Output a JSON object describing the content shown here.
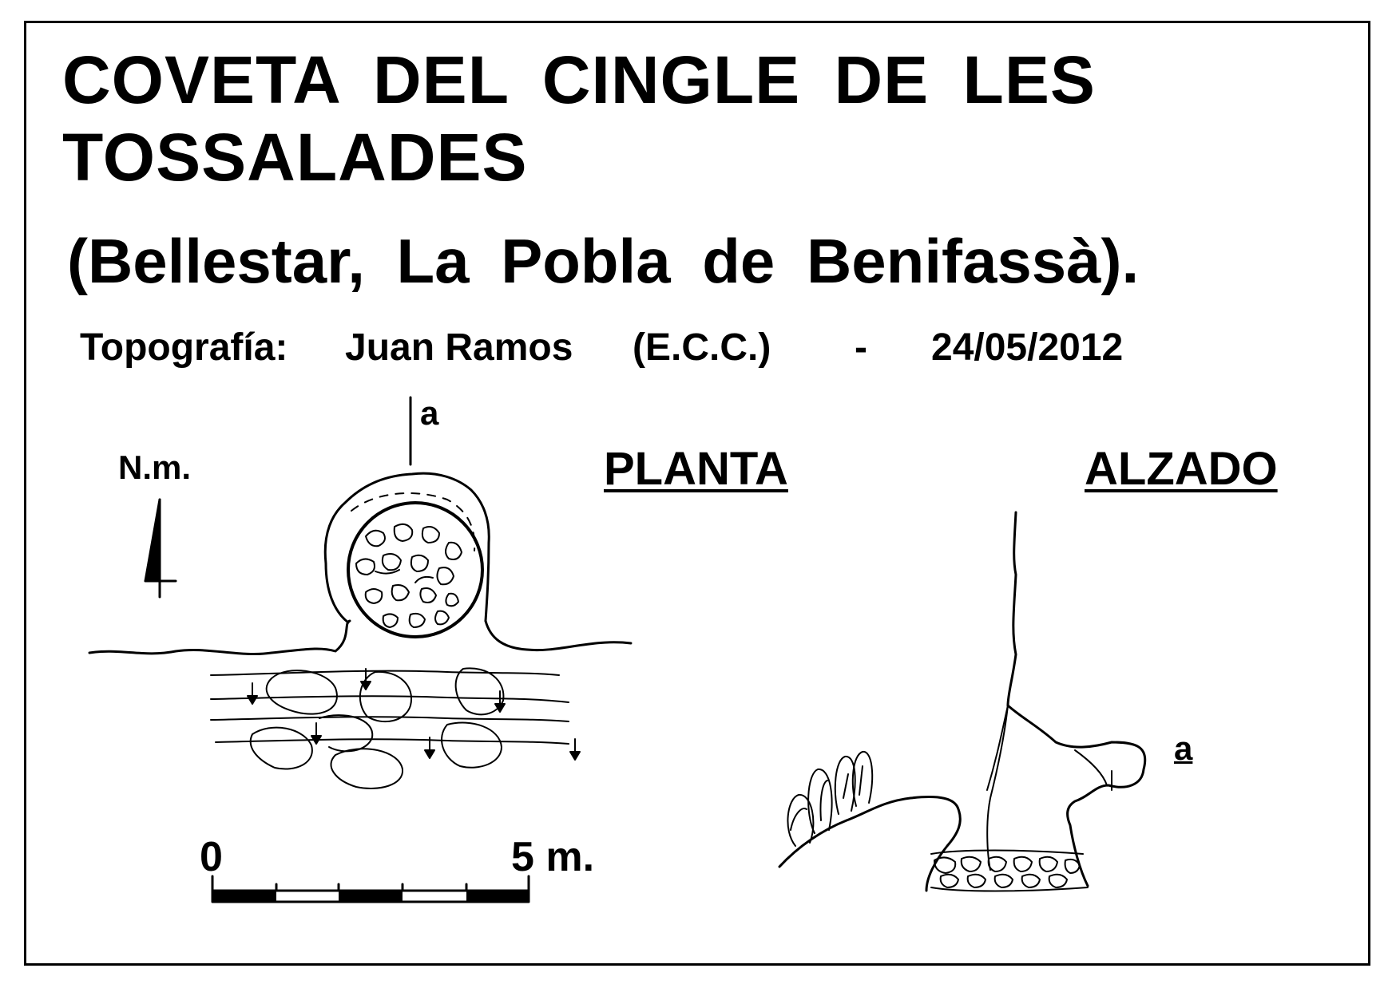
{
  "title_line1": "COVETA DEL CINGLE DE LES",
  "title_line2": "TOSSALADES",
  "subtitle": "(Bellestar, La Pobla de Benifassà).",
  "credit": {
    "label": "Topografía:",
    "author": "Juan Ramos",
    "group": "(E.C.C.)",
    "separator": "-",
    "date": "24/05/2012"
  },
  "north_label": "N.m.",
  "section_marker": "a",
  "plan_label": "PLANTA",
  "elevation_label": "ALZADO",
  "scale": {
    "start_label": "0",
    "end_label": "5 m."
  }
}
